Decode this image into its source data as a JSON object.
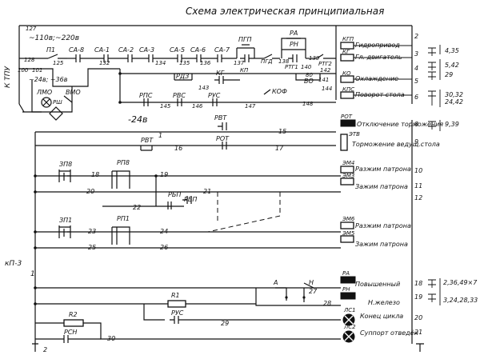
{
  "title": "Схема электрическая принципиальная",
  "left_labels": {
    "ktpu": "К ТПУ",
    "kp3": "кП-3",
    "kp3_num": "1"
  },
  "supply": {
    "main": "~110в;~220в",
    "main_wire": "127",
    "lamp_voltage": "~24в; ~36в",
    "lamp_wire": "100",
    "lamp_wire2": "101",
    "dc": "-24в"
  },
  "components": {
    "p1": "П1",
    "sa8": "СА-8",
    "sa1": "СА-1",
    "sa2": "СА-2",
    "sa3": "СА-3",
    "sa5": "СА-5",
    "sa6": "СА-6",
    "sa7": "СА-7",
    "pgp": "ПГП",
    "kp": "КП",
    "pgd": "ПГД",
    "rtg1": "РТГ1",
    "rtg2": "РТГ2",
    "ra": "РА",
    "rn": "РН",
    "lmo": "ЛМО",
    "vmo": "ВМО",
    "rsh": "РШ",
    "rdz": "РДЗ",
    "kg": "КГ",
    "vo": "ВО",
    "kof": "КОФ",
    "rps": "РПС",
    "rvs": "РВС",
    "rus": "РУС",
    "rvt": "РВТ",
    "rot": "РОТ",
    "zp8": "ЗП8",
    "rp8": "РП8",
    "rbp": "РБП",
    "zp1": "ЗП1",
    "rp1": "РП1",
    "a": "А",
    "n": "Н",
    "r1": "R1",
    "r2": "R2",
    "rsn": "РСН",
    "rus2": "РУС"
  },
  "wires": {
    "w128": "128",
    "w125": "125",
    "w132": "132",
    "w134": "134",
    "w135": "135",
    "w136": "136",
    "w137": "137",
    "w138": "138",
    "w139": "139",
    "w140": "140",
    "w141": "141",
    "w142": "142",
    "w143": "143",
    "w144": "144",
    "w145": "145",
    "w146": "146",
    "w147": "147",
    "w148": "148",
    "w1": "1",
    "w15": "15",
    "w16": "16",
    "w17": "17",
    "w18": "18",
    "w19": "19",
    "w20": "20",
    "w21": "21",
    "w22": "22",
    "w23": "23",
    "w24": "24",
    "w25": "25",
    "w26": "26",
    "w27": "27",
    "w28": "28",
    "w29": "29",
    "w30": "30",
    "w2": "2",
    "w80": "80"
  },
  "right_column": [
    {
      "code": "КГП",
      "label": "Гидропривод",
      "line": "2",
      "ref": ""
    },
    {
      "code": "КГ",
      "label": "Гл. двигатель",
      "line": "3",
      "ref": "4,35"
    },
    {
      "code": "КО",
      "label": "Охлаждение",
      "line": "4",
      "ref": "5,42"
    },
    {
      "code": "КПС",
      "label": "Поворот стола",
      "line": "5",
      "ref": "29"
    },
    {
      "code": "",
      "label": "",
      "line": "6",
      "ref": "30,32"
    },
    {
      "code": "РОТ",
      "label": "Отключение торможения",
      "line": "8",
      "ref": "24,42"
    },
    {
      "code": "ЭТВ",
      "label": "Торможение ведущ.стола",
      "line": "9",
      "ref": "9,39"
    },
    {
      "code": "ЭМ4",
      "label": "Разжим патрона",
      "line": "10",
      "ref": ""
    },
    {
      "code": "ЭМ3",
      "label": "Зажим патрона",
      "line": "11",
      "ref": ""
    },
    {
      "code": "",
      "label": "",
      "line": "12",
      "ref": ""
    },
    {
      "code": "ЭМ6",
      "label": "Разжим патрона",
      "line": "",
      "ref": ""
    },
    {
      "code": "ЭМ5",
      "label": "Зажим патрона",
      "line": "",
      "ref": ""
    },
    {
      "code": "РА",
      "label": "Повышенный",
      "line": "18",
      "ref": "2,36,49×7"
    },
    {
      "code": "РН",
      "label": "Н.железо",
      "line": "19",
      "ref": "3,24,28,33"
    },
    {
      "code": "ЛС1",
      "label": "Конец цикла",
      "line": "20",
      "ref": ""
    },
    {
      "code": "ЛС2",
      "label": "Суппорт отведён",
      "line": "21",
      "ref": ""
    }
  ]
}
